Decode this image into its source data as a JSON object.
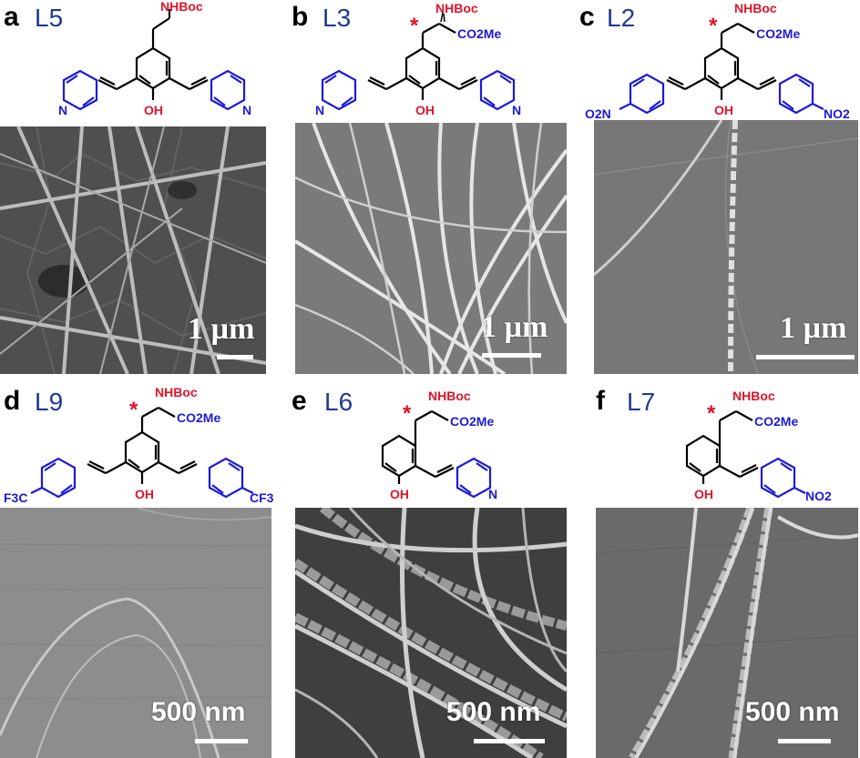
{
  "figure": {
    "panels": [
      {
        "letter": "a",
        "code": "L5",
        "scale": "1 µm",
        "labels": {
          "amine": "NHBoc",
          "hydroxyl": "OH",
          "left_ring_atom": "N",
          "right_ring_atom": "N"
        }
      },
      {
        "letter": "b",
        "code": "L3",
        "scale": "1 µm",
        "labels": {
          "stereo": "*",
          "amine": "NHBoc",
          "ester": "CO2Me",
          "hydroxyl": "OH",
          "left_ring_atom": "N",
          "right_ring_atom": "N"
        }
      },
      {
        "letter": "c",
        "code": "L2",
        "scale": "1 µm",
        "labels": {
          "stereo": "*",
          "amine": "NHBoc",
          "ester": "CO2Me",
          "hydroxyl": "OH",
          "left_sub": "O2N",
          "right_sub": "NO2"
        }
      },
      {
        "letter": "d",
        "code": "L9",
        "scale": "500 nm",
        "labels": {
          "stereo": "*",
          "amine": "NHBoc",
          "ester": "CO2Me",
          "hydroxyl": "OH",
          "left_sub": "F3C",
          "right_sub": "CF3"
        }
      },
      {
        "letter": "e",
        "code": "L6",
        "scale": "500 nm",
        "labels": {
          "stereo": "*",
          "amine": "NHBoc",
          "ester": "CO2Me",
          "hydroxyl": "OH",
          "ring_atom": "N"
        }
      },
      {
        "letter": "f",
        "code": "L7",
        "scale": "500 nm",
        "labels": {
          "stereo": "*",
          "amine": "NHBoc",
          "ester": "CO2Me",
          "hydroxyl": "OH",
          "sub": "NO2"
        }
      }
    ]
  }
}
